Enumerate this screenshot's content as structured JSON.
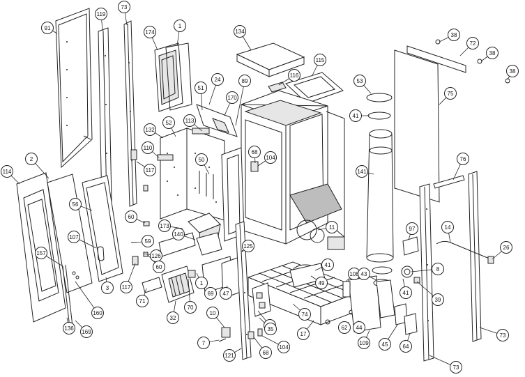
{
  "callouts": [
    "91",
    "119",
    "73",
    "174",
    "1",
    "134",
    "38",
    "72",
    "38",
    "115",
    "116",
    "89",
    "24",
    "51",
    "170",
    "53",
    "75",
    "38",
    "41",
    "132",
    "52",
    "113",
    "110",
    "68",
    "104",
    "50",
    "141",
    "117",
    "76",
    "2",
    "114",
    "56",
    "60",
    "173",
    "140",
    "11",
    "97",
    "14",
    "107",
    "59",
    "126",
    "125",
    "26",
    "157",
    "60",
    "117",
    "1",
    "41",
    "108",
    "43",
    "8",
    "41",
    "39",
    "3",
    "71",
    "70",
    "69",
    "47",
    "160",
    "32",
    "21",
    "74",
    "62",
    "44",
    "136",
    "169",
    "10",
    "35",
    "17",
    "109",
    "45",
    "64",
    "73",
    "7",
    "121",
    "68",
    "104",
    "73",
    "49"
  ]
}
